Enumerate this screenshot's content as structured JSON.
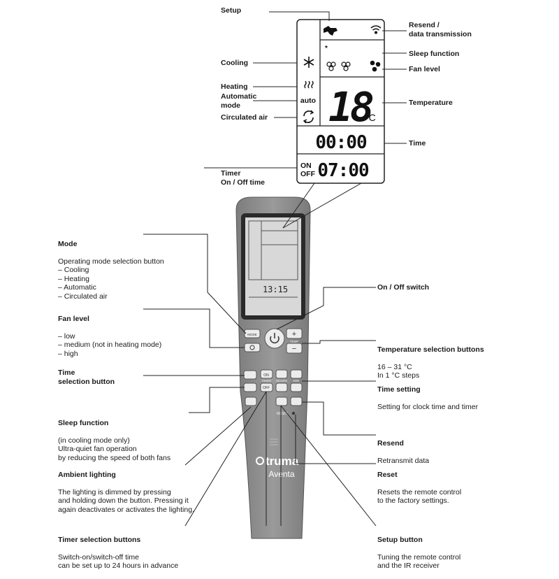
{
  "lcd": {
    "temperature": "18",
    "unit": "°C",
    "time": "00:00",
    "timer": "07:00",
    "timer_on": "ON",
    "timer_off": "OFF",
    "auto": "auto",
    "remote_time": "13:15"
  },
  "remote": {
    "brand": "truma",
    "model": "Aventa",
    "mode_btn": "MODE",
    "temp_label": "TEMP",
    "on_label": "ON",
    "off_label": "OFF",
    "timer_label": "TIMER",
    "hours_label": "HOURS",
    "min_label": "MIN",
    "reset_label": "RESET"
  },
  "callouts": {
    "setup": {
      "title": "Setup"
    },
    "resend_top": {
      "title": "Resend /\ndata transmission"
    },
    "cooling": {
      "title": "Cooling"
    },
    "sleep_top": {
      "title": "Sleep function"
    },
    "fan_level_top": {
      "title": "Fan level"
    },
    "heating": {
      "title": "Heating"
    },
    "automatic": {
      "title": "Automatic\nmode"
    },
    "circulated": {
      "title": "Circulated air"
    },
    "temperature": {
      "title": "Temperature"
    },
    "time": {
      "title": "Time"
    },
    "timer_top": {
      "title": "Timer\nOn / Off time"
    },
    "mode": {
      "title": "Mode",
      "desc": "Operating mode selection button\n– Cooling\n– Heating\n– Automatic\n– Circulated air"
    },
    "onoff": {
      "title": "On / Off switch"
    },
    "fan_level": {
      "title": "Fan level",
      "desc": "– low\n– medium (not in heating mode)\n– high"
    },
    "temp_sel": {
      "title": "Temperature selection buttons",
      "desc": "16 – 31 °C\nIn 1 °C steps"
    },
    "time_sel": {
      "title": "Time\nselection button"
    },
    "time_setting": {
      "title": "Time setting",
      "desc": "Setting for clock time and timer"
    },
    "sleep": {
      "title": "Sleep function",
      "desc": "(in cooling mode only)\nUltra-quiet fan operation\nby reducing the speed of both fans"
    },
    "resend": {
      "title": "Resend",
      "desc": "Retransmit data"
    },
    "ambient": {
      "title": "Ambient lighting",
      "desc": "The lighting is dimmed by pressing\nand holding down the button. Pressing it\nagain deactivates or activates the lighting."
    },
    "reset": {
      "title": "Reset",
      "desc": "Resets the remote control\nto the factory settings."
    },
    "timer_sel": {
      "title": "Timer selection buttons",
      "desc": "Switch-on/switch-off time\ncan be set up to 24 hours in advance"
    },
    "setup_btn": {
      "title": "Setup button",
      "desc": "Tuning the remote control\nand the IR receiver"
    }
  }
}
